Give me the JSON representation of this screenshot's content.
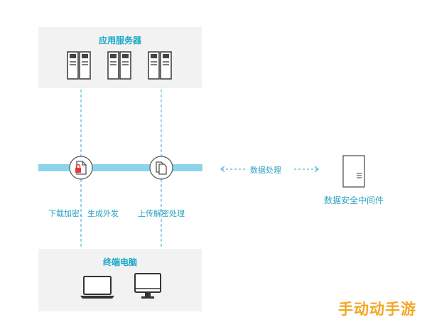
{
  "diagram": {
    "top_panel": {
      "title": "应用服务器"
    },
    "bottom_panel": {
      "title": "终端电脑"
    },
    "middle": {
      "download_label": "下载加密、生成外发",
      "upload_label": "上传解密处理",
      "flow_label": "数据处理"
    },
    "middleware": {
      "label": "数据安全中间件"
    },
    "colors": {
      "accent": "#17a9c6",
      "band": "#8dd3ea",
      "panel": "#f2f2f2",
      "dashed": "#56b8d6",
      "icon_stroke": "#444444"
    }
  },
  "watermark": {
    "text": "手动动手游"
  }
}
